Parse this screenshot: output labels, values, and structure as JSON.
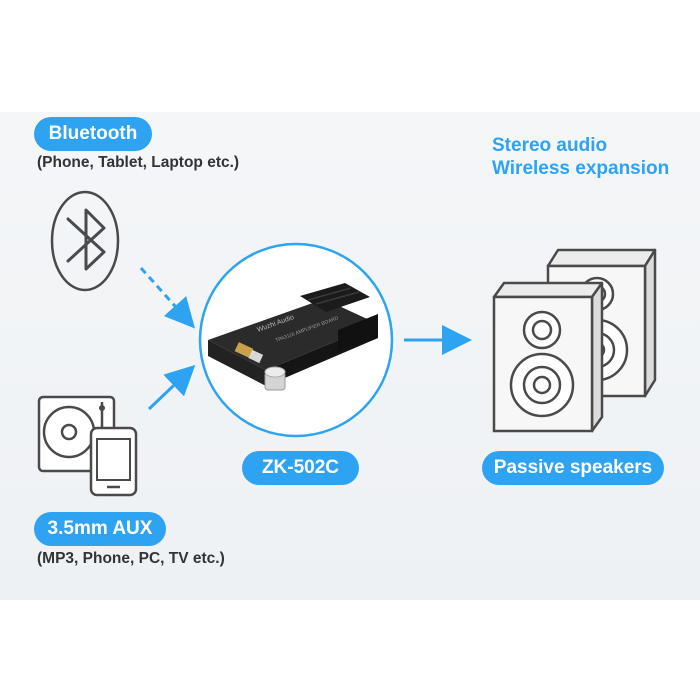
{
  "inputs": {
    "bluetooth": {
      "label": "Bluetooth",
      "caption": "(Phone, Tablet, Laptop etc.)",
      "icon": "bluetooth-icon"
    },
    "aux": {
      "label": "3.5mm AUX",
      "caption": "(MP3, Phone, PC, TV etc.)",
      "icon": "turntable-phone-icon"
    }
  },
  "module": {
    "label": "ZK-502C",
    "icon": "amplifier-board-icon"
  },
  "output": {
    "features": [
      "Stereo audio",
      "Wireless expansion"
    ],
    "label": "Passive speakers",
    "icon": "speaker-icon"
  },
  "colors": {
    "accent": "#2ea3f2",
    "icon_stroke": "#555555",
    "background": "#f1f3f6"
  }
}
